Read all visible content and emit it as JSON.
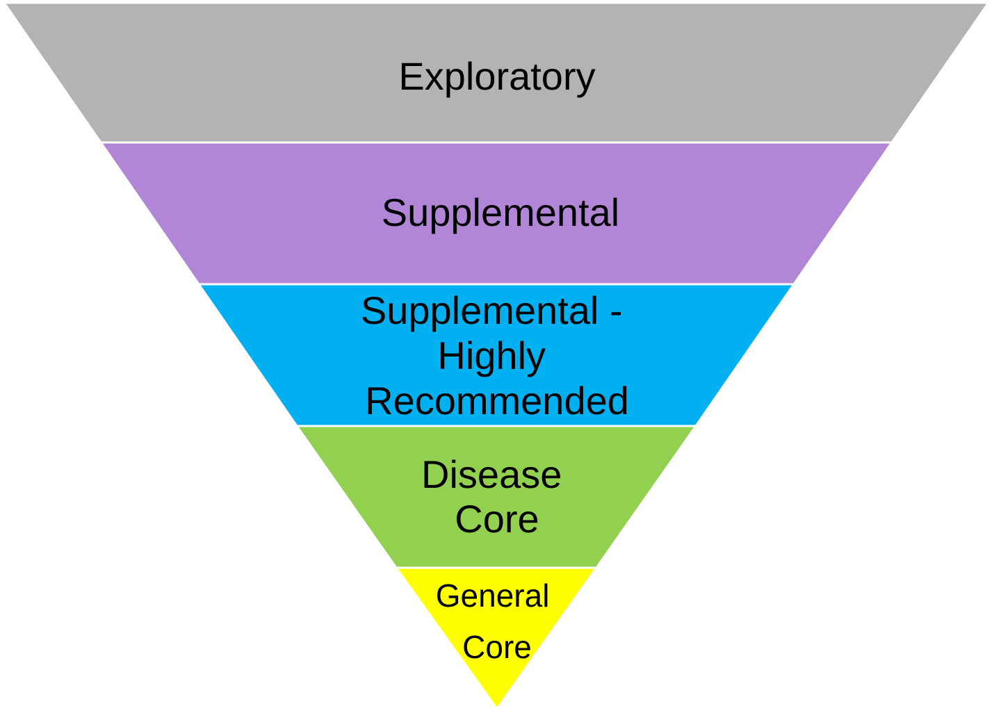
{
  "tiers": [
    {
      "lines": [
        "Exploratory"
      ],
      "color": "#b3b3b3"
    },
    {
      "lines": [
        "Supplemental"
      ],
      "color": "#b186d7"
    },
    {
      "lines": [
        "Supplemental -",
        "Highly",
        "Recommended"
      ],
      "color": "#00b0f0"
    },
    {
      "lines": [
        "Disease",
        "Core"
      ],
      "color": "#92d050"
    },
    {
      "lines": [
        "General",
        "Core"
      ],
      "color": "#ffff00"
    }
  ]
}
